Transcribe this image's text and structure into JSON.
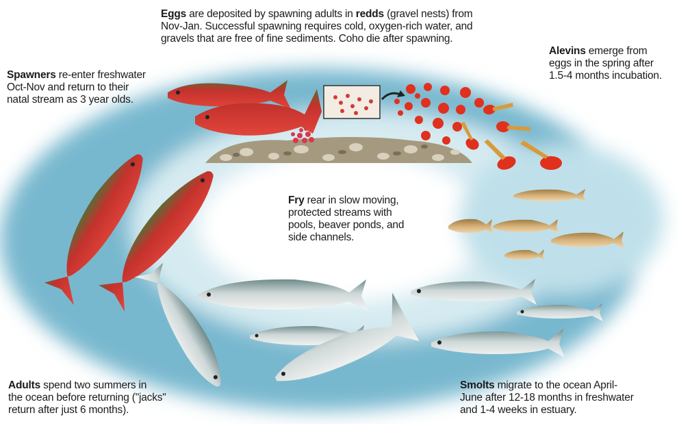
{
  "stages": {
    "eggs": {
      "title": "Eggs",
      "text_a": " are deposited by spawning adults in ",
      "term": "redds",
      "text_b": " (gravel nests) from\nNov-Jan. Successful spawning requires cold, oxygen-rich water, and\ngravels that are free of fine sediments. Coho die after spawning."
    },
    "alevins": {
      "title": "Alevins",
      "text": " emerge from\neggs in the spring after\n1.5-4 months incubation."
    },
    "spawners": {
      "title": "Spawners",
      "text": " re-enter freshwater\nOct-Nov and return to their\nnatal stream as 3 year olds."
    },
    "fry": {
      "title": "Fry",
      "text": " rear in slow moving,\nprotected streams with\npools, beaver ponds, and\nside channels."
    },
    "adults": {
      "title": "Adults",
      "text": " spend two summers in\nthe ocean before returning (\"jacks\"\nreturn after just 6 months)."
    },
    "smolts": {
      "title": "Smolts",
      "text": " migrate to the ocean April-\nJune after 12-18 months in freshwater\nand 1-4 weeks in estuary."
    }
  },
  "colors": {
    "water": "#5fa8c4",
    "water_light": "#bfe0ea",
    "spawner_red": "#d8262b",
    "spawner_back": "#6b7a3a",
    "ocean_silver": "#cfd6d6",
    "fry_tan": "#c99a5a",
    "egg_red": "#e0301e",
    "gravel": "#a59a80"
  }
}
